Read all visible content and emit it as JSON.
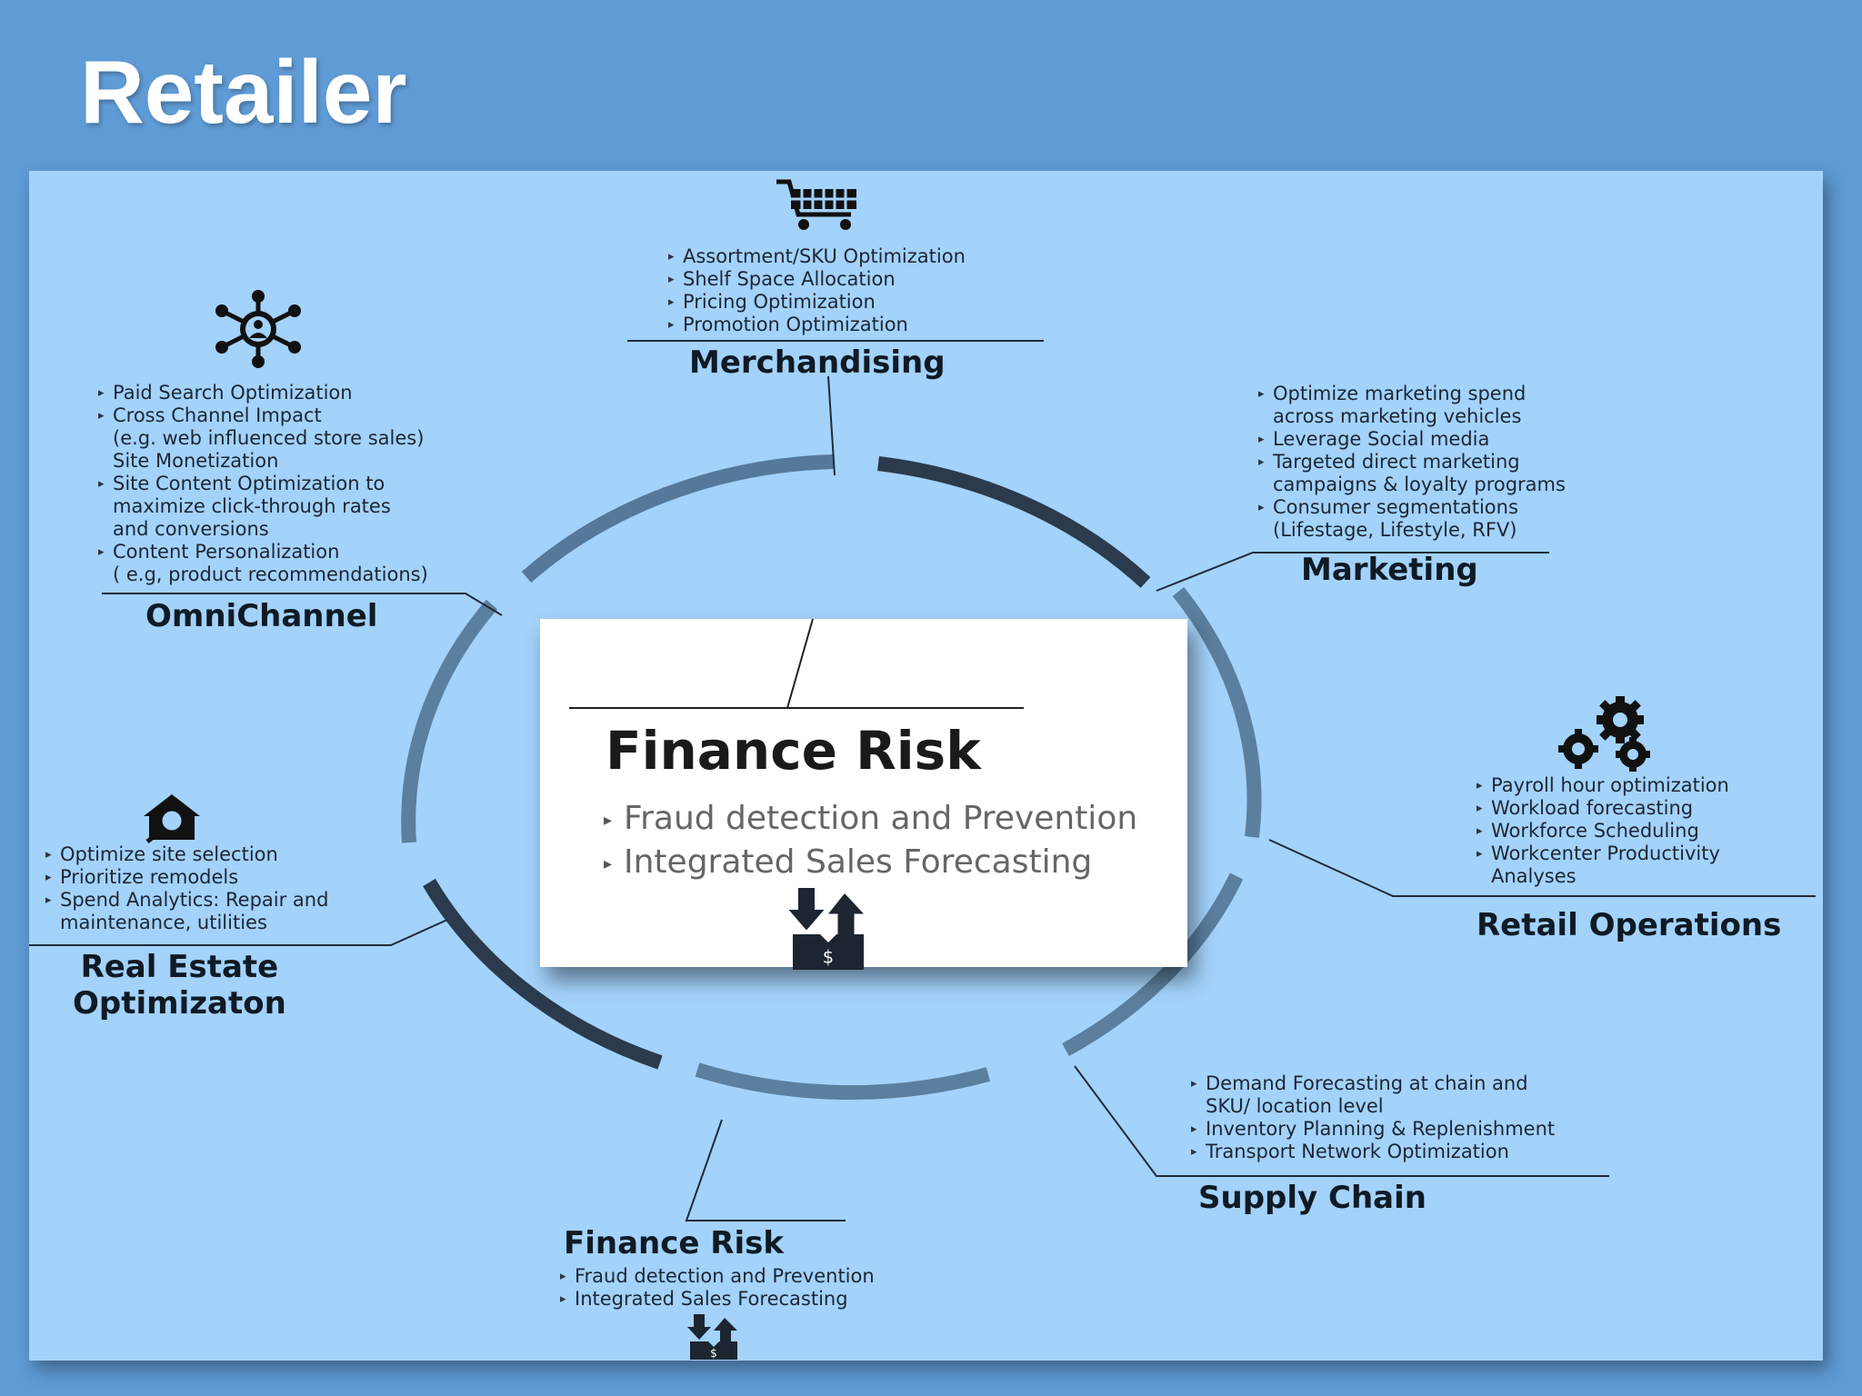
{
  "title": "Retailer",
  "center": {
    "title": "Finance Risk",
    "bullets": [
      "Fraud detection and Prevention",
      "Integrated Sales Forecasting"
    ],
    "icon": "finance-arrows-icon"
  },
  "merchandising": {
    "heading": "Merchandising",
    "icon": "shopping-cart-icon",
    "bullets": [
      "Assortment/SKU Optimization",
      "Shelf Space Allocation",
      "Pricing Optimization",
      "Promotion Optimization"
    ]
  },
  "omnichannel": {
    "heading": "OmniChannel",
    "icon": "network-hub-icon",
    "bullets": [
      "Paid Search Optimization",
      "Cross Channel Impact\n(e.g. web influenced store sales)\nSite Monetization",
      "Site Content Optimization to\nmaximize click-through rates\nand conversions",
      "Content Personalization\n( e.g, product recommendations)"
    ]
  },
  "marketing": {
    "heading": "Marketing",
    "bullets": [
      "Optimize marketing spend\nacross marketing vehicles",
      "Leverage Social media",
      "Targeted direct marketing\ncampaigns & loyalty programs",
      "Consumer segmentations\n(Lifestage, Lifestyle, RFV)"
    ]
  },
  "retail_operations": {
    "heading": "Retail Operations",
    "icon": "gears-icon",
    "bullets": [
      "Payroll hour optimization",
      "Workload forecasting",
      "Workforce Scheduling",
      "Workcenter Productivity\nAnalyses"
    ]
  },
  "real_estate": {
    "heading": "Real Estate\nOptimizaton",
    "icon": "house-search-icon",
    "bullets": [
      "Optimize site selection",
      "Prioritize remodels",
      "Spend Analytics: Repair and\nmaintenance, utilities"
    ]
  },
  "supply_chain": {
    "heading": "Supply Chain",
    "bullets": [
      "Demand Forecasting at chain and\nSKU/ location level",
      "Inventory Planning & Replenishment",
      "Transport Network Optimization"
    ]
  },
  "finance_bottom": {
    "heading": "Finance Risk",
    "icon": "finance-arrows-icon",
    "bullets": [
      "Fraud detection and Prevention",
      "Integrated Sales Forecasting"
    ]
  },
  "colors": {
    "background": "#5f9bd5",
    "panel": "#a3d2fb",
    "ring_dark": "#2a3a4c",
    "ring_light": "#5b7f9e"
  }
}
